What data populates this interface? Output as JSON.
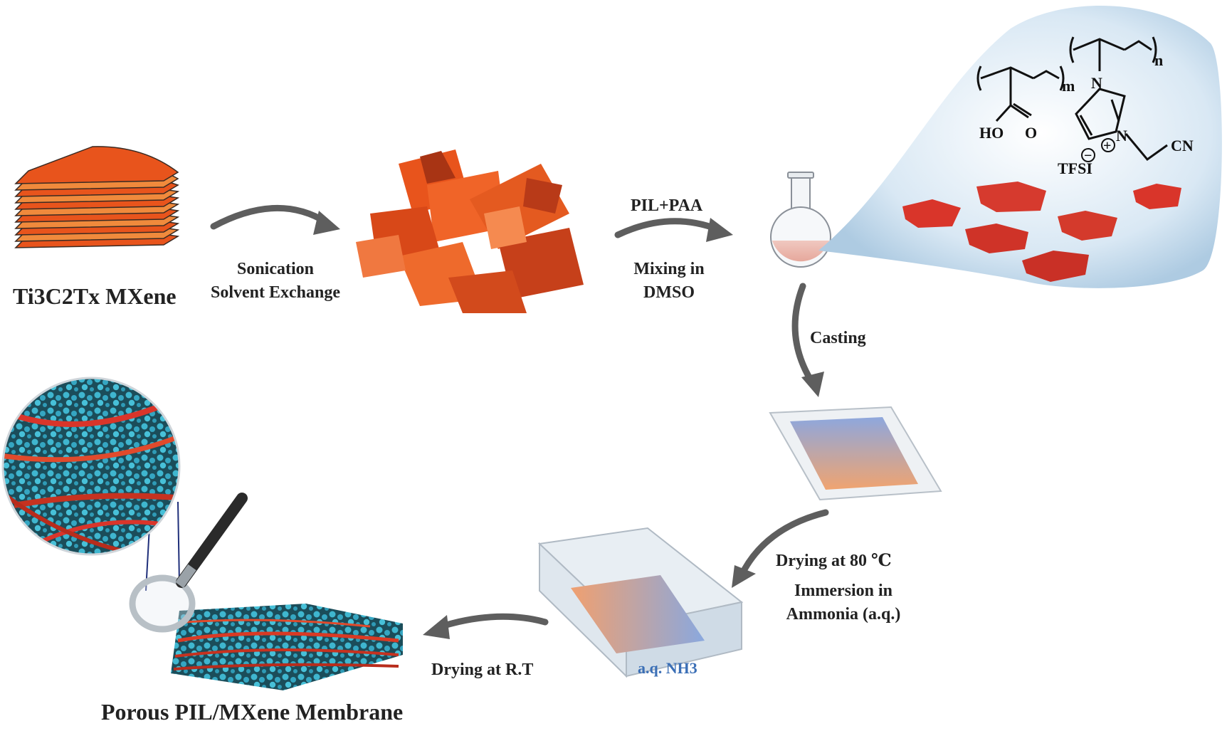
{
  "labels": {
    "mxene_name": "Ti3C2Tx MXene",
    "step_sonication": "Sonication",
    "step_solvent_exchange": "Solvent Exchange",
    "reagent_top": "PIL+PAA",
    "step_mixing_1": "Mixing in",
    "step_mixing_2": "DMSO",
    "step_casting": "Casting",
    "step_drying_80": "Drying at 80 ℃",
    "step_immersion_1": "Immersion in",
    "step_immersion_2": "Ammonia (a.q.)",
    "tray_label": "a.q. NH3",
    "step_drying_rt": "Drying at R.T",
    "product_name": "Porous PIL/MXene Membrane"
  },
  "chemistry": {
    "paa_subscript": "m",
    "pil_subscript": "n",
    "paa_oh": "HO",
    "paa_o": "O",
    "pil_n_top": "N",
    "pil_n_ring": "N",
    "pil_cn": "CN",
    "anion": "TFSI",
    "minus_sign": "−",
    "plus_sign": "+"
  },
  "colors": {
    "mxene_orange": "#e8541c",
    "flake_red": "#d9352a",
    "arrow_gray": "#5e5e5e",
    "pore_cyan": "#2fa9c6",
    "bubble_blue": "#bcd6ea"
  }
}
